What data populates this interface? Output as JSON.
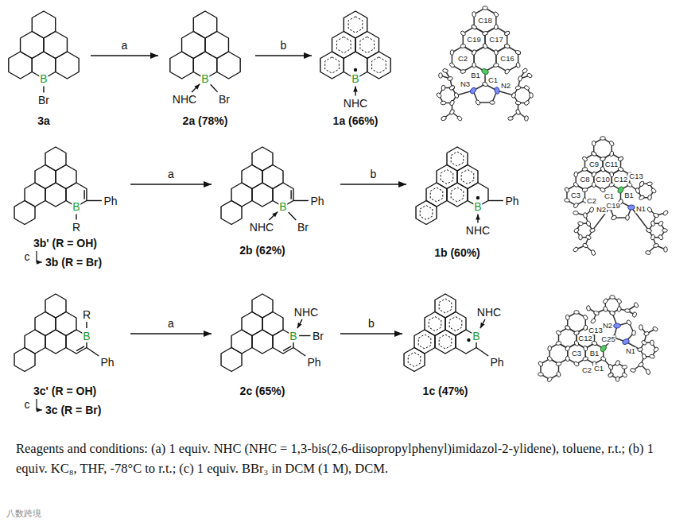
{
  "diagram": {
    "caption": "Reagents and conditions: (a) 1 equiv. NHC (NHC = 1,3-bis(2,6-diisopropylphenyl)imidazol-2-ylidene), toluene, r.t.; (b) 1 equiv. KC₈, THF, -78°C to r.t.; (c) 1 equiv. BBr₃ in DCM (1 M), DCM.",
    "nodes": [
      {
        "text": [
          "B",
          "Br",
          "3a"
        ]
      },
      {
        "text": [
          "NHC",
          "B",
          "Br",
          "2a (78%)"
        ]
      },
      {
        "text": [
          "B",
          "NHC",
          "1a (66%)"
        ]
      },
      {
        "text": [
          "B",
          "Ph",
          "R",
          "3b' (R = OH)",
          "3b (R = Br)"
        ]
      },
      {
        "text": [
          "B",
          "Ph",
          "NHC",
          "Br",
          "2b (62%)"
        ]
      },
      {
        "text": [
          "B",
          "Ph",
          "NHC",
          "1b (60%)"
        ]
      },
      {
        "text": [
          "R",
          "B",
          "Ph",
          "3c' (R = OH)",
          "3c (R = Br)"
        ]
      },
      {
        "text": [
          "NHC",
          "B",
          "Br",
          "Ph",
          "2c (65%)"
        ]
      },
      {
        "text": [
          "NHC",
          "B",
          "Ph",
          "1c (47%)"
        ]
      }
    ],
    "edges": [
      {
        "from": 0,
        "to": 1,
        "label": "a",
        "arrow": "to"
      },
      {
        "from": 1,
        "to": 2,
        "label": "b",
        "arrow": "to"
      },
      {
        "from": 3,
        "to": 4,
        "label": "a",
        "arrow": "to"
      },
      {
        "from": 4,
        "to": 5,
        "label": "b",
        "arrow": "to"
      },
      {
        "from": 6,
        "to": 7,
        "label": "a",
        "arrow": "to"
      },
      {
        "from": 7,
        "to": 8,
        "label": "b",
        "arrow": "to"
      }
    ],
    "labels": [
      "c",
      "c",
      "C19",
      "C2",
      "C18",
      "C17",
      "C16",
      "B1",
      "N3",
      "C1",
      "N2",
      "C11",
      "C12",
      "C8",
      "C9",
      "C10",
      "C13",
      "C3",
      "C2",
      "C1",
      "B1",
      "C19",
      "N2",
      "N1",
      "N2",
      "C12",
      "C13",
      "C25",
      "N1",
      "B1",
      "C3",
      "C2",
      "C1",
      "八数跨境"
    ]
  }
}
